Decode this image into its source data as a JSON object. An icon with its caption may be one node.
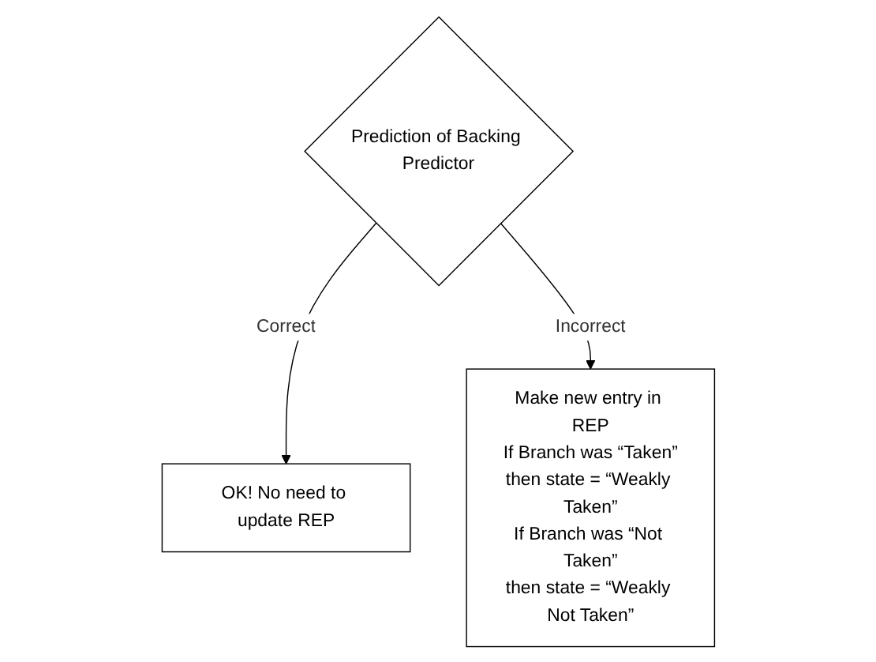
{
  "diagram": {
    "nodes": [
      {
        "text": [
          "Prediction of Backing Predictor"
        ]
      },
      {
        "text": [
          "OK! No need to update REP"
        ]
      },
      {
        "text": [
          "Make new entry in REP",
          "If Branch was “Taken”",
          "then state = “Weakly Taken”",
          "If Branch was “Not Taken”",
          "then state = “Weakly Not Taken”"
        ]
      }
    ],
    "edges": [
      {
        "from": 0,
        "to": 1,
        "arrow": "to",
        "label": "Correct"
      },
      {
        "from": 0,
        "to": 2,
        "arrow": "to",
        "label": "Incorrect"
      }
    ]
  }
}
